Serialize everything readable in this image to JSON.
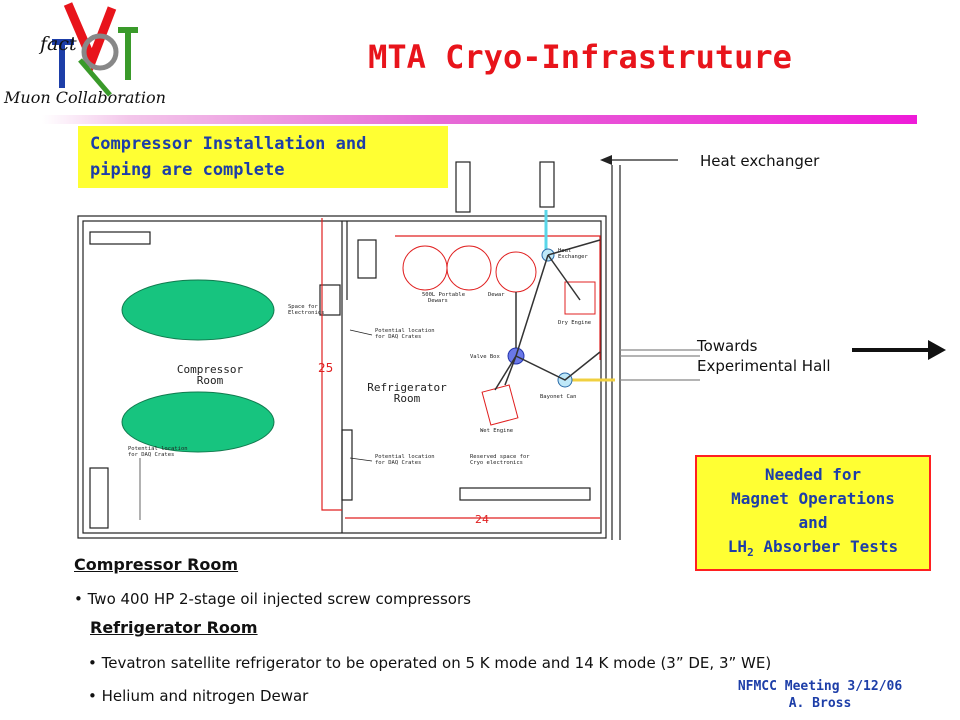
{
  "header": {
    "title": "MTA Cryo-Infrastruture",
    "logo_text_1": "fact",
    "logo_text_2": "Muon Collaboration",
    "logo_colors": {
      "red": "#e8141b",
      "blue": "#1d3ea8",
      "green": "#3a9a2a"
    }
  },
  "callouts": {
    "compressor_note_line1": "Compressor Installation and",
    "compressor_note_line2": "piping are complete",
    "heat_exchanger": "Heat exchanger",
    "towards_line1": "Towards",
    "towards_line2": "Experimental Hall",
    "needed_line1": "Needed for",
    "needed_line2": "Magnet Operations",
    "needed_line3": "and",
    "needed_line4_pre": "LH",
    "needed_line4_sub": "2",
    "needed_line4_post": " Absorber Tests"
  },
  "floor_plan": {
    "compressor_room_line1": "Compressor",
    "compressor_room_line2": "Room",
    "refrigerator_room_line1": "Refrigerator",
    "refrigerator_room_line2": "Room",
    "dim_vertical": "25",
    "dim_horizontal": "24",
    "small_labels": {
      "space_for_line1": "Space for",
      "space_for_line2": "Electronics",
      "potential_1_line1": "Potential location",
      "potential_1_line2": "for DAQ Crates",
      "potential_2_line1": "Potential location",
      "potential_2_line2": "for DAQ Crates",
      "potential_3_line1": "Potential location",
      "potential_3_line2": "for DAQ Crates",
      "dewars_line1": "500L Portable",
      "dewars_line2": "Dewars",
      "dewar": "Dewar",
      "heat_exch_line1": "Heat",
      "heat_exch_line2": "Exchanger",
      "dry_engine": "Dry Engine",
      "valve_box": "Valve Box",
      "bayonet_can": "Bayonet Can",
      "wet_engine": "Wet Engine",
      "reserved_line1": "Reserved space for",
      "reserved_line2": "Cryo electronics"
    },
    "colors": {
      "wall": "#222222",
      "pipe_red": "#e02020",
      "compressor_fill": "#17c47f",
      "pipe_cyan": "#59d6e8"
    }
  },
  "sections": {
    "compressor_room": {
      "heading": "Compressor Room",
      "bullets": [
        "Two 400 HP 2-stage oil injected screw compressors"
      ]
    },
    "refrigerator_room": {
      "heading": "Refrigerator Room",
      "bullets": [
        "Tevatron satellite refrigerator to be operated on 5 K mode and 14 K mode (3” DE, 3” WE)",
        "Helium and nitrogen Dewar"
      ]
    }
  },
  "footer": {
    "line1": "NFMCC Meeting 3/12/06",
    "line2": "A. Bross"
  }
}
